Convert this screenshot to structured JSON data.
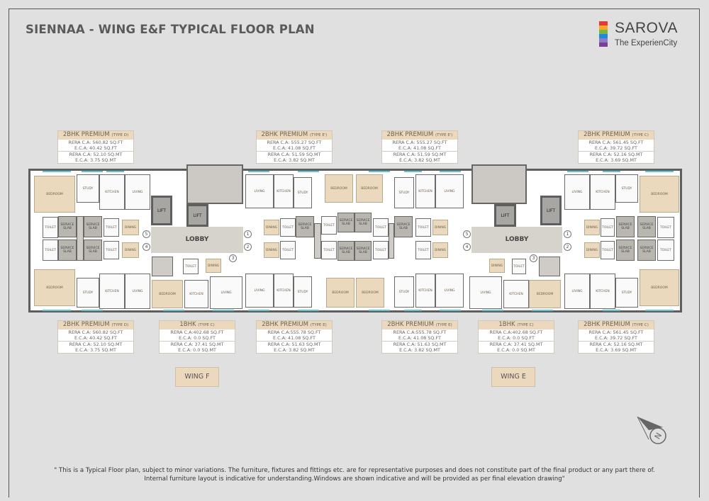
{
  "header": {
    "title": "SIENNAA - WING E&F TYPICAL FLOOR PLAN"
  },
  "logo": {
    "name": "SAROVA",
    "tagline": "The ExperienCity",
    "bar_colors": [
      "#e53935",
      "#f9a825",
      "#7cb342",
      "#1e88e5",
      "#8e7cc3",
      "#7b3f99"
    ]
  },
  "units_top": [
    {
      "type": "2BHK PREMIUM",
      "subtype": "(TYPE D)",
      "rera_sqft": "RERA C.A: 560.82 SQ.FT",
      "eca_sqft": "E.C.A: 40.42 SQ.FT",
      "rera_sqmt": "RERA C.A: 52.10 SQ.MT",
      "eca_sqmt": "E.C.A: 3.75 SQ.MT"
    },
    {
      "type": "2BHK PREMIUM",
      "subtype": "(TYPE E')",
      "rera_sqft": "RERA C.A: 555.27 SQ.FT",
      "eca_sqft": "E.C.A: 41.08 SQ.FT",
      "rera_sqmt": "RERA C.A: 51.59 SQ.MT",
      "eca_sqmt": "E.C.A: 3.82 SQ.MT"
    },
    {
      "type": "2BHK PREMIUM",
      "subtype": "(TYPE E')",
      "rera_sqft": "RERA C.A: 555.27 SQ.FT",
      "eca_sqft": "E.C.A: 41.08 SQ.FT",
      "rera_sqmt": "RERA C.A: 51.59 SQ.MT",
      "eca_sqmt": "E.C.A: 3.82 SQ.MT"
    },
    {
      "type": "2BHK PREMIUM",
      "subtype": "(TYPE C)",
      "rera_sqft": "RERA C.A: 561.45 SQ.FT",
      "eca_sqft": "E.C.A: 39.72 SQ.FT",
      "rera_sqmt": "RERA C.A: 52.16 SQ.MT",
      "eca_sqmt": "E.C.A: 3.69 SQ.MT"
    }
  ],
  "units_bottom": [
    {
      "type": "2BHK PREMIUM",
      "subtype": "(TYPE D)",
      "rera_sqft": "RERA C.A: 560.82 SQ.FT",
      "eca_sqft": "E.C.A: 40.42 SQ.FT",
      "rera_sqmt": "RERA C.A: 52.10 SQ.MT",
      "eca_sqmt": "E.C.A: 3.75 SQ.MT"
    },
    {
      "type": "1BHK",
      "subtype": "(TYPE C)",
      "rera_sqft": "RERA C.A:402.68 SQ.FT",
      "eca_sqft": "E.C.A: 0.0 SQ.FT",
      "rera_sqmt": "RERA C.A: 37.41 SQ.MT",
      "eca_sqmt": "E.C.A: 0.0 SQ.MT"
    },
    {
      "type": "2BHK PREMIUM",
      "subtype": "(TYPE E)",
      "rera_sqft": "RERA C.A:555.78 SQ.FT",
      "eca_sqft": "E.C.A: 41.08 SQ.FT",
      "rera_sqmt": "RERA C.A: 51.63 SQ.MT",
      "eca_sqmt": "E.C.A: 3.82 SQ.MT"
    },
    {
      "type": "2BHK PREMIUM",
      "subtype": "(TYPE E)",
      "rera_sqft": "RERA C.A:555.78 SQ.FT",
      "eca_sqft": "E.C.A: 41.08 SQ.FT",
      "rera_sqmt": "RERA C.A: 51.63 SQ.MT",
      "eca_sqmt": "E.C.A: 3.82 SQ.MT"
    },
    {
      "type": "1BHK",
      "subtype": "(TYPE C)",
      "rera_sqft": "RERA C.A:402.68 SQ.FT",
      "eca_sqft": "E.C.A: 0.0 SQ.FT",
      "rera_sqmt": "RERA C.A: 37.41 SQ.MT",
      "eca_sqmt": "E.C.A: 0.0 SQ.MT"
    },
    {
      "type": "2BHK PREMIUM",
      "subtype": "(TYPE C)",
      "rera_sqft": "RERA C.A: 561.45 SQ.FT",
      "eca_sqft": "E.C.A: 39.72 SQ.FT",
      "rera_sqmt": "RERA C.A: 52.16 SQ.MT",
      "eca_sqmt": "E.C.A: 3.69 SQ.MT"
    }
  ],
  "plan": {
    "lobby": "LOBBY",
    "lift": "LIFT",
    "rooms": {
      "bedroom": "BEDROOM",
      "study": "STUDY",
      "kitchen": "KITCHEN",
      "living": "LIVING",
      "toilet": "TOILET",
      "dining": "DINING",
      "service_slab": "SERVICE SLAB"
    },
    "door_numbers": [
      "1",
      "2",
      "3",
      "4",
      "5"
    ]
  },
  "wings": {
    "f": "WING F",
    "e": "WING E"
  },
  "compass": {
    "label": "N"
  },
  "footer": {
    "line1": "\" This is a Typical Floor plan, subject to minor variations. The furniture, fixtures and fittings etc. are for representative purposes and does not constitute part of the final product or any part there of.",
    "line2": "Internal furniture layout is indicative for understanding.Windows are shown indicative and will be provided as per final elevation drawing\""
  }
}
